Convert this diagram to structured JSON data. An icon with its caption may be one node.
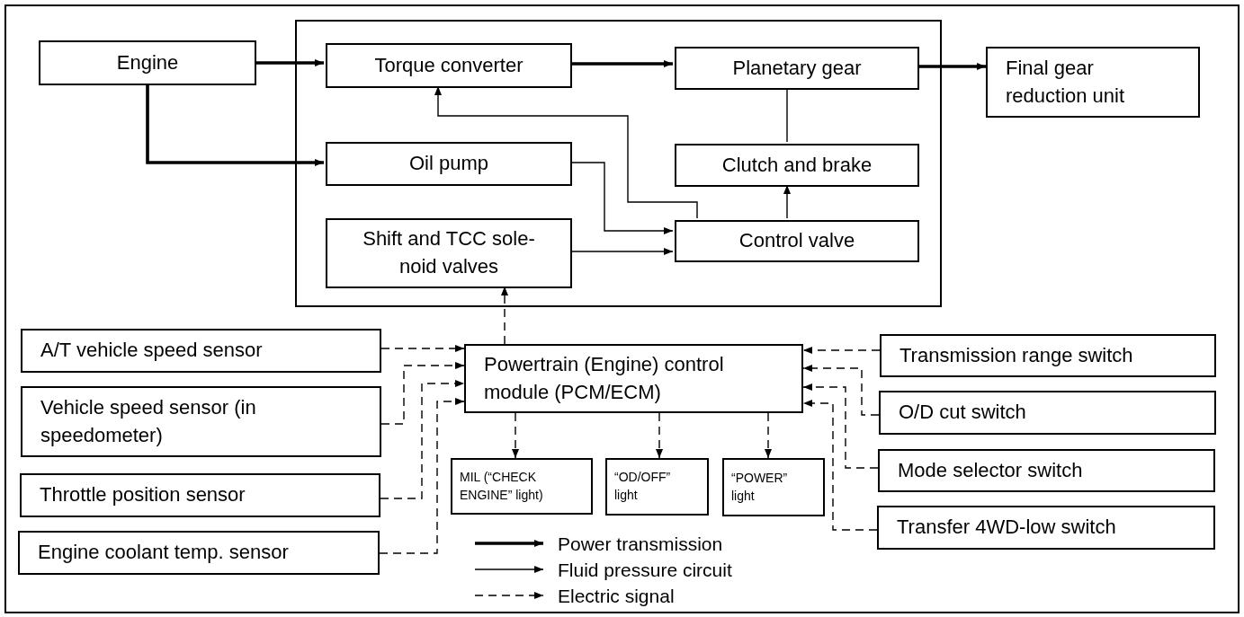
{
  "diagram": {
    "nodes": [
      {
        "text": [
          "Engine"
        ]
      },
      {
        "text": [],
        "shape": "box"
      },
      {
        "text": [
          "Torque converter"
        ],
        "in": 1
      },
      {
        "text": [
          "Planetary gear"
        ],
        "in": 1
      },
      {
        "text": [
          "Oil pump"
        ],
        "in": 1
      },
      {
        "text": [
          "Clutch and brake"
        ],
        "in": 1
      },
      {
        "text": [
          "Shift and TCC sole-noid valves"
        ],
        "in": 1
      },
      {
        "text": [
          "Control valve"
        ],
        "in": 1
      },
      {
        "text": [
          "Final gear reduction unit"
        ]
      },
      {
        "text": [
          "A/T vehicle speed sensor"
        ]
      },
      {
        "text": [
          "Vehicle speed sensor (in speedometer)"
        ]
      },
      {
        "text": [
          "Throttle position sensor"
        ]
      },
      {
        "text": [
          "Engine coolant temp. sensor"
        ]
      },
      {
        "text": [
          "Powertrain (Engine) control module (PCM/ECM)"
        ]
      },
      {
        "text": [
          "MIL (“CHECK ENGINE” light)"
        ]
      },
      {
        "text": [
          "“OD/OFF” light"
        ]
      },
      {
        "text": [
          "“POWER” light"
        ]
      },
      {
        "text": [
          "Transmission range switch"
        ]
      },
      {
        "text": [
          "O/D cut switch"
        ]
      },
      {
        "text": [
          "Mode selector switch"
        ]
      },
      {
        "text": [
          "Transfer 4WD-low switch"
        ]
      }
    ],
    "edges": [
      {
        "from": 0,
        "to": 2,
        "arrow": "to",
        "style": "thick"
      },
      {
        "from": 0,
        "to": 4,
        "arrow": "to",
        "style": "thick"
      },
      {
        "from": 2,
        "to": 3,
        "arrow": "to",
        "style": "thick"
      },
      {
        "from": 3,
        "to": 8,
        "arrow": "to",
        "style": "thick"
      },
      {
        "from": 3,
        "to": 5,
        "arrow": "none"
      },
      {
        "from": 7,
        "to": 5,
        "arrow": "to"
      },
      {
        "from": 7,
        "to": 2,
        "arrow": "to"
      },
      {
        "from": 4,
        "to": 7,
        "arrow": "to"
      },
      {
        "from": 6,
        "to": 7,
        "arrow": "to"
      },
      {
        "from": 13,
        "to": 6,
        "arrow": "to",
        "style": "dashed"
      },
      {
        "from": 9,
        "to": 13,
        "arrow": "to",
        "style": "dashed"
      },
      {
        "from": 10,
        "to": 13,
        "arrow": "to",
        "style": "dashed"
      },
      {
        "from": 11,
        "to": 13,
        "arrow": "to",
        "style": "dashed"
      },
      {
        "from": 12,
        "to": 13,
        "arrow": "to",
        "style": "dashed"
      },
      {
        "from": 13,
        "to": 14,
        "arrow": "to",
        "style": "dashed"
      },
      {
        "from": 13,
        "to": 15,
        "arrow": "to",
        "style": "dashed"
      },
      {
        "from": 13,
        "to": 16,
        "arrow": "to",
        "style": "dashed"
      },
      {
        "from": 17,
        "to": 13,
        "arrow": "to",
        "style": "dashed"
      },
      {
        "from": 18,
        "to": 13,
        "arrow": "to",
        "style": "dashed"
      },
      {
        "from": 19,
        "to": 13,
        "arrow": "to",
        "style": "dashed"
      },
      {
        "from": 20,
        "to": 13,
        "arrow": "to",
        "style": "dashed"
      }
    ],
    "legend": [
      {
        "text": "Power transmission"
      },
      {
        "text": "Fluid pressure circuit"
      },
      {
        "text": "Electric signal"
      }
    ]
  }
}
